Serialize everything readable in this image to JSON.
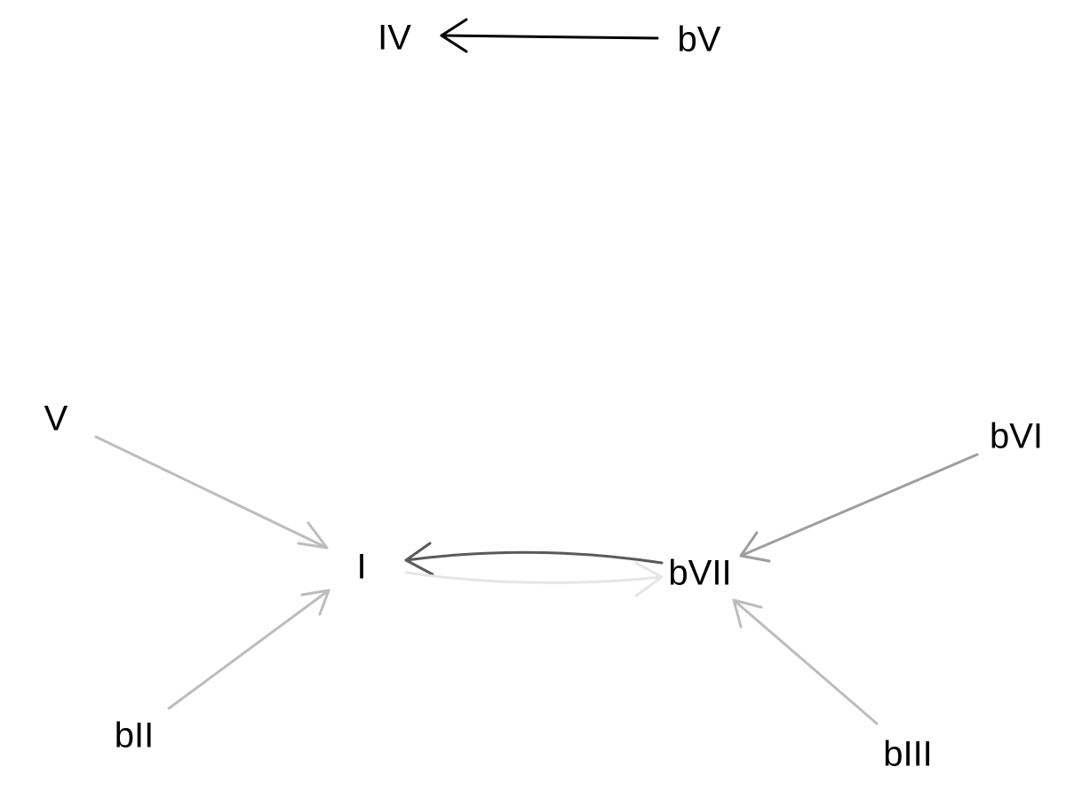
{
  "diagram": {
    "nodes": {
      "IV": "IV",
      "bV": "bV",
      "V": "V",
      "I": "I",
      "bVII": "bVII",
      "bVI": "bVI",
      "bII": "bII",
      "bIII": "bIII"
    },
    "edges": [
      {
        "from": "bV",
        "to": "IV",
        "color": "#000000"
      },
      {
        "from": "V",
        "to": "I",
        "color": "#bdbdbd"
      },
      {
        "from": "bII",
        "to": "I",
        "color": "#bdbdbd"
      },
      {
        "from": "bVII",
        "to": "I",
        "color": "#5a5a5a"
      },
      {
        "from": "I",
        "to": "bVII",
        "color": "#e6e6e6"
      },
      {
        "from": "bVI",
        "to": "bVII",
        "color": "#9e9e9e"
      },
      {
        "from": "bIII",
        "to": "bVII",
        "color": "#bdbdbd"
      }
    ]
  }
}
